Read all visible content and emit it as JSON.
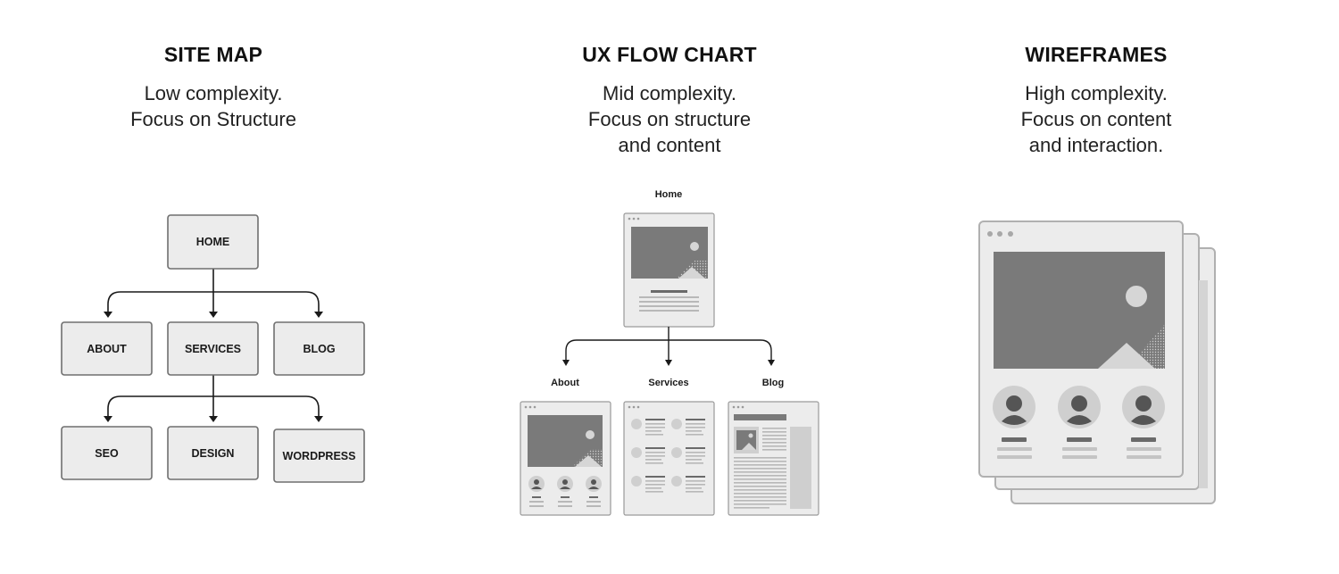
{
  "sitemap": {
    "title": "SITE MAP",
    "subtitle": [
      "Low complexity.",
      "Focus on Structure"
    ],
    "nodes": {
      "home": "HOME",
      "about": "ABOUT",
      "services": "SERVICES",
      "blog": "BLOG",
      "seo": "SEO",
      "design": "DESIGN",
      "wordpress": "WORDPRESS"
    }
  },
  "uxflow": {
    "title": "UX FLOW CHART",
    "subtitle": [
      "Mid complexity.",
      "Focus on structure",
      "and content"
    ],
    "labels": {
      "home": "Home",
      "about": "About",
      "services": "Services",
      "blog": "Blog"
    }
  },
  "wireframes": {
    "title": "WIREFRAMES",
    "subtitle": [
      "High complexity.",
      "Focus on content",
      "and interaction."
    ]
  },
  "colors": {
    "box_fill": "#ececec",
    "box_stroke": "#6f6f6f",
    "image_fill": "#7a7a7a",
    "line": "#1a1a1a"
  }
}
